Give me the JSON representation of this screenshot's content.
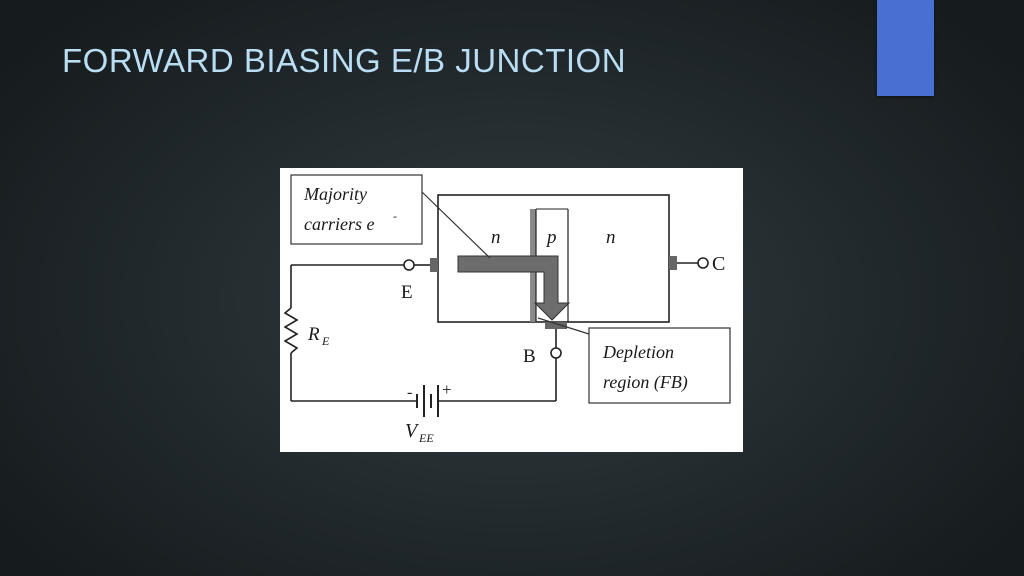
{
  "slide": {
    "title": "FORWARD BIASING E/B JUNCTION",
    "accent_color": "#4a6fd3",
    "title_color": "#b9def4"
  },
  "diagram": {
    "callout_majority": {
      "line1": "Majority",
      "line2": "carriers e",
      "superscript": "-"
    },
    "callout_depletion": {
      "line1": "Depletion",
      "line2": "region (FB)"
    },
    "regions": {
      "emitter": "n",
      "base": "p",
      "collector": "n"
    },
    "terminals": {
      "emitter": "E",
      "base": "B",
      "collector": "C"
    },
    "resistor": {
      "symbol": "R",
      "subscript": "E"
    },
    "battery": {
      "symbol": "V",
      "subscript": "EE",
      "minus": "-",
      "plus": "+"
    }
  }
}
